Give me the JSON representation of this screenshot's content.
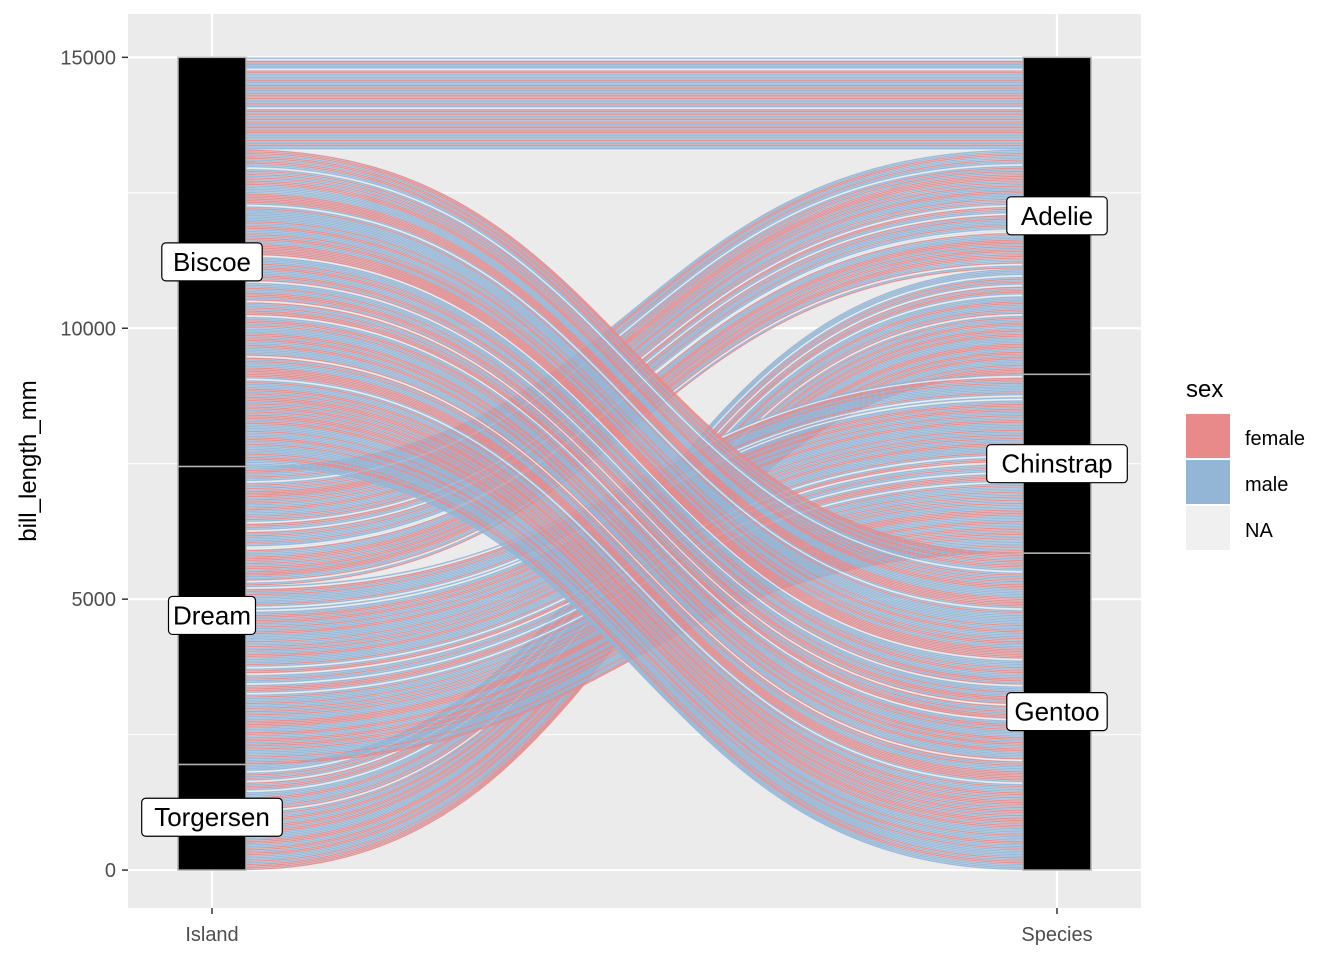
{
  "chart_data": {
    "type": "alluvial",
    "xlabel": "",
    "ylabel": "bill_length_mm",
    "ylim": [
      -700,
      15800
    ],
    "y_ticks": [
      0,
      5000,
      10000,
      15000
    ],
    "axes": [
      "Island",
      "Species"
    ],
    "strata": {
      "Island": [
        {
          "label": "Torgersen",
          "from": 0,
          "to": 1950
        },
        {
          "label": "Dream",
          "from": 1950,
          "to": 7450
        },
        {
          "label": "Biscoe",
          "from": 7450,
          "to": 15000
        }
      ],
      "Species": [
        {
          "label": "Gentoo",
          "from": 0,
          "to": 5850
        },
        {
          "label": "Chinstrap",
          "from": 5850,
          "to": 9150
        },
        {
          "label": "Adelie",
          "from": 9150,
          "to": 15000
        }
      ]
    },
    "flows": [
      {
        "island": "Torgersen",
        "species": "Adelie",
        "value": 1950
      },
      {
        "island": "Dream",
        "species": "Adelie",
        "value": 2200
      },
      {
        "island": "Dream",
        "species": "Chinstrap",
        "value": 3300
      },
      {
        "island": "Biscoe",
        "species": "Adelie",
        "value": 1700
      },
      {
        "island": "Biscoe",
        "species": "Gentoo",
        "value": 5850
      }
    ],
    "legend": {
      "title": "sex",
      "position": "right",
      "entries": [
        {
          "label": "female",
          "color": "#E88A89"
        },
        {
          "label": "male",
          "color": "#94B6D6"
        },
        {
          "label": "NA",
          "color": "#F0F0F0"
        }
      ]
    },
    "grid": true
  }
}
